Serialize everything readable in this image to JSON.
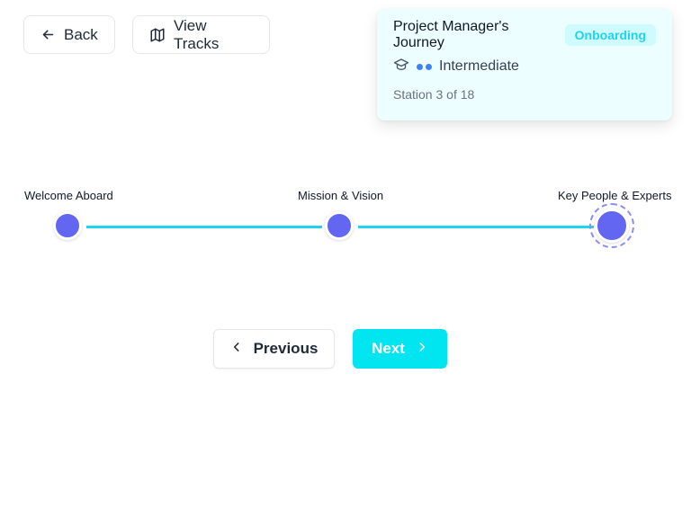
{
  "header": {
    "back_label": "Back",
    "view_tracks_label": "View Tracks"
  },
  "card": {
    "title": "Project Manager's Journey",
    "badge": "Onboarding",
    "level": "Intermediate",
    "station": "Station 3 of 18"
  },
  "timeline": {
    "stations": [
      {
        "label": "Welcome Aboard"
      },
      {
        "label": "Mission & Vision"
      },
      {
        "label": "Key People & Experts"
      }
    ],
    "current_index": 2
  },
  "nav": {
    "previous_label": "Previous",
    "next_label": "Next"
  },
  "colors": {
    "accent": "#22d3ee",
    "node": "#6366f1",
    "next_button": "#00e5f0",
    "level_dots": "#3b82f6"
  }
}
